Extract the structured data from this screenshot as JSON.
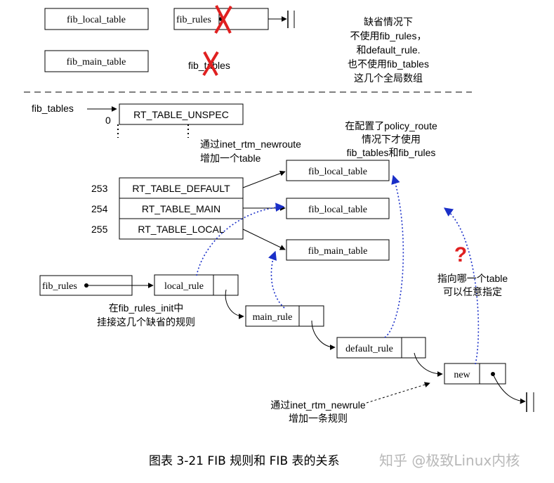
{
  "top": {
    "fib_local_table": "fib_local_table",
    "fib_main_table": "fib_main_table",
    "fib_rules": "fib_rules",
    "fib_tables": "fib_tables",
    "note": [
      "缺省情况下",
      "不使用fib_rules，",
      "和default_rule.",
      "也不使用fib_tables",
      "这几个全局数组"
    ]
  },
  "array": {
    "label": "fib_tables",
    "index0": "0",
    "unspec": "RT_TABLE_UNSPEC",
    "rows": [
      {
        "index": "253",
        "name": "RT_TABLE_DEFAULT"
      },
      {
        "index": "254",
        "name": "RT_TABLE_MAIN"
      },
      {
        "index": "255",
        "name": "RT_TABLE_LOCAL"
      }
    ]
  },
  "notes": {
    "newroute": [
      "通过inet_rtm_newroute",
      "增加一个table"
    ],
    "policy": [
      "在配置了policy_route",
      "情况下才使用",
      "fib_tables和fib_rules"
    ],
    "init": [
      "在fib_rules_init中",
      "挂接这几个缺省的规则"
    ],
    "newrule": [
      "通过inet_rtm_newrule",
      "增加一条规则"
    ],
    "anytable": [
      "指向哪一个table",
      "可以任意指定"
    ],
    "question": "?"
  },
  "tables": [
    "fib_local_table",
    "fib_local_table",
    "fib_main_table"
  ],
  "rules": {
    "head": "fib_rules",
    "items": [
      "local_rule",
      "main_rule",
      "default_rule",
      "new"
    ]
  },
  "caption": "图表 3-21 FIB 规则和 FIB 表的关系",
  "watermark": "知乎 @极致Linux内核",
  "colors": {
    "dotted_blue": "#1a2fc8",
    "cross_red": "#e02020",
    "question_red": "#e02020"
  }
}
